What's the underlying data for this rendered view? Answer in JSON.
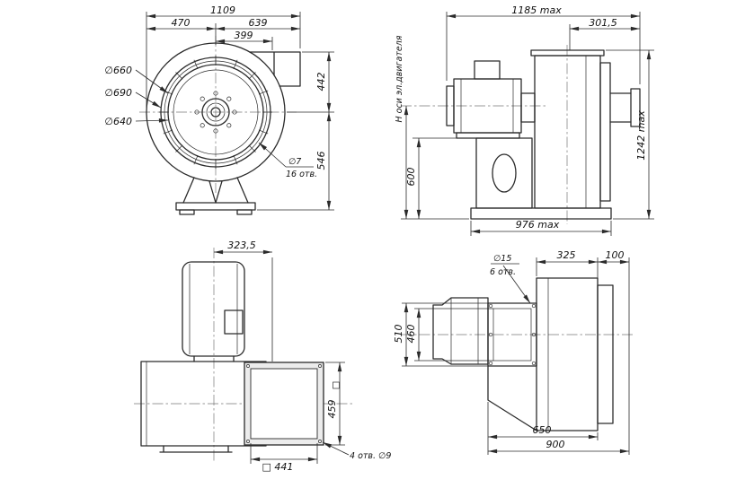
{
  "colors": {
    "line": "#2b2b2b",
    "background": "#ffffff"
  },
  "drawing": {
    "front_view": {
      "dim_width_total": "1109",
      "dim_width_left": "470",
      "dim_width_right": "639",
      "dim_outlet": "399",
      "dia_bolt_circle": "∅660",
      "dia_flange": "∅690",
      "dia_inlet": "∅640",
      "dim_height_top": "442",
      "dim_height_bottom": "546",
      "note_holes_dia": "∅7",
      "note_holes_count": "16 отв."
    },
    "side_view": {
      "dim_length_max": "1185 max",
      "dim_housing_width": "301,5",
      "label_motor_axis": "Н оси эл.двигателя",
      "dim_pedestal": "600",
      "dim_base_length": "976 max",
      "dim_height_max": "1242 max"
    },
    "plan_view": {
      "dim_motor_offset": "323,5",
      "dim_outlet_width": "459",
      "dim_outlet_square": "□ 441",
      "note_holes": "4 отв. ∅9"
    },
    "rear_view": {
      "note_holes_dia": "∅15",
      "note_holes_count": "6 отв.",
      "dim_housing_depth": "325",
      "dim_flange_offset": "100",
      "dim_inlet_outer": "510",
      "dim_inlet_bolt": "460",
      "dim_base_width": "650",
      "dim_total_width": "900"
    }
  }
}
